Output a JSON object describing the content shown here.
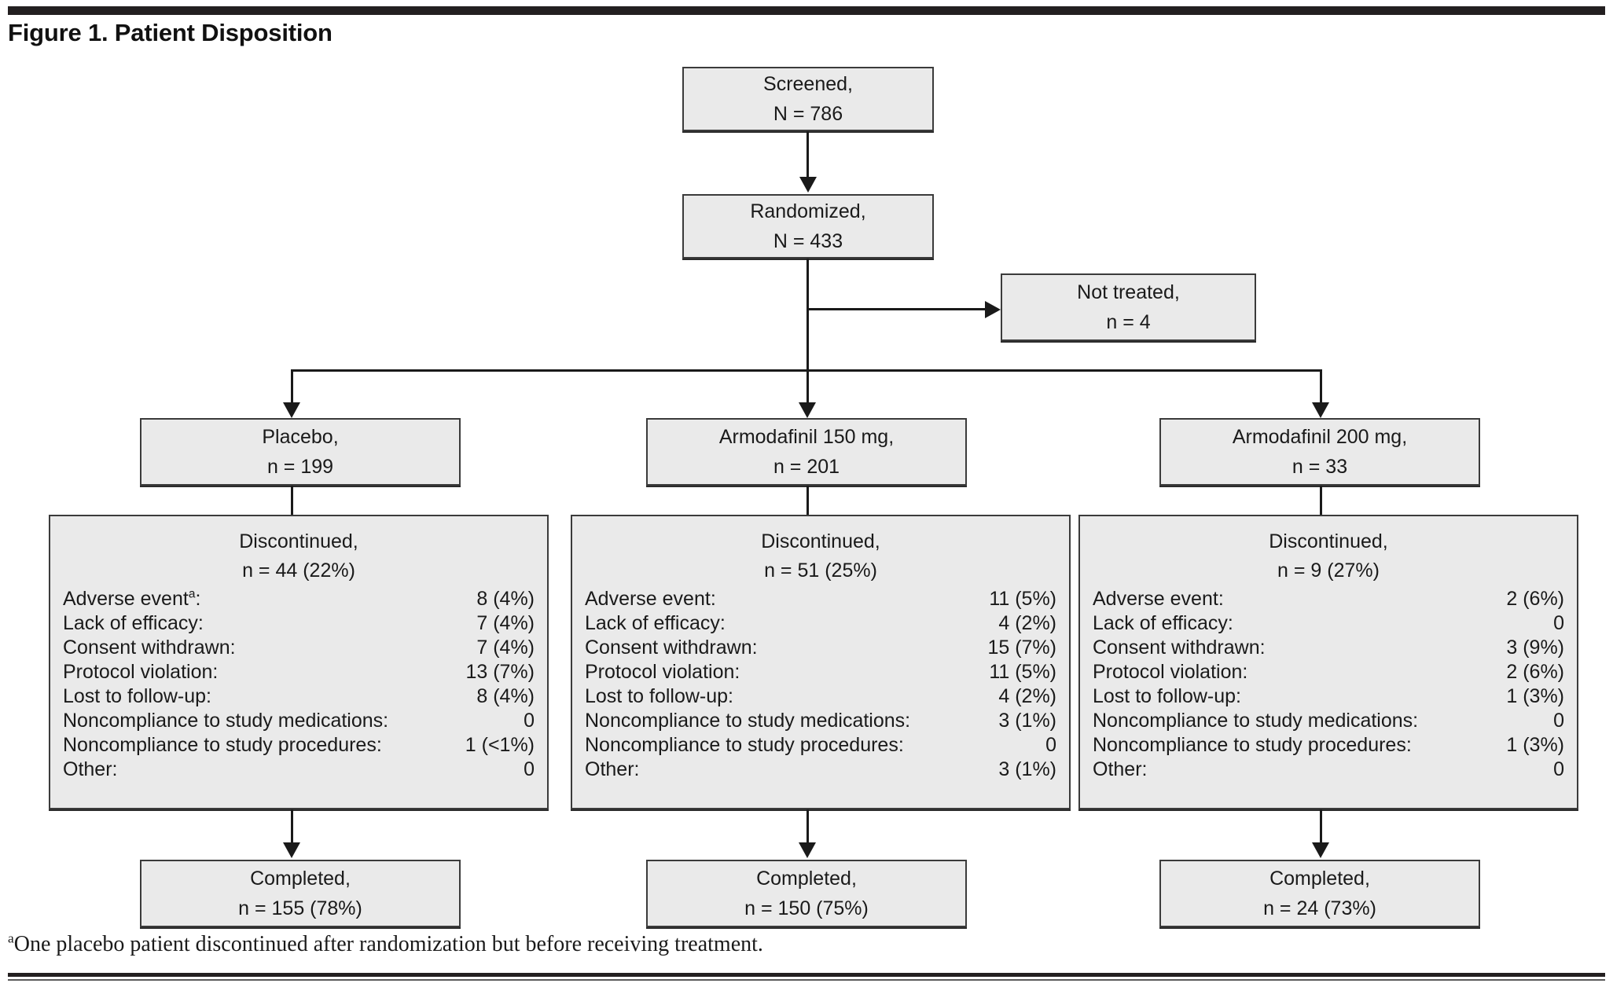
{
  "figure": {
    "title": "Figure 1. Patient Disposition",
    "footnote_marker": "a",
    "footnote_text": "One placebo patient discontinued after randomization but before receiving treatment.",
    "box_fill": "#eaeaea",
    "border_color": "#3b3b3b",
    "rule_color": "#231f20"
  },
  "nodes": {
    "screened": {
      "label": "Screened,",
      "count": "N = 786"
    },
    "randomized": {
      "label": "Randomized,",
      "count": "N = 433"
    },
    "not_treated": {
      "label": "Not treated,",
      "count": "n = 4"
    }
  },
  "arms": [
    {
      "name": "Placebo,",
      "enrolled": "n = 199",
      "discontinued_label": "Discontinued,",
      "discontinued_count": "n = 44 (22%)",
      "reasons": [
        {
          "label": "Adverse event",
          "marker": "a",
          "value": "8 (4%)"
        },
        {
          "label": "Lack of efficacy",
          "marker": "",
          "value": "7 (4%)"
        },
        {
          "label": "Consent withdrawn",
          "marker": "",
          "value": "7 (4%)"
        },
        {
          "label": "Protocol violation",
          "marker": "",
          "value": "13 (7%)"
        },
        {
          "label": "Lost to follow-up",
          "marker": "",
          "value": "8 (4%)"
        },
        {
          "label": "Noncompliance to study medications",
          "marker": "",
          "value": "0"
        },
        {
          "label": "Noncompliance to study procedures",
          "marker": "",
          "value": "1 (<1%)"
        },
        {
          "label": "Other",
          "marker": "",
          "value": "0"
        }
      ],
      "completed_label": "Completed,",
      "completed_count": "n = 155 (78%)"
    },
    {
      "name": "Armodafinil 150 mg,",
      "enrolled": "n = 201",
      "discontinued_label": "Discontinued,",
      "discontinued_count": "n = 51 (25%)",
      "reasons": [
        {
          "label": "Adverse event",
          "marker": "",
          "value": "11 (5%)"
        },
        {
          "label": "Lack of efficacy",
          "marker": "",
          "value": "4 (2%)"
        },
        {
          "label": "Consent withdrawn",
          "marker": "",
          "value": "15 (7%)"
        },
        {
          "label": "Protocol violation",
          "marker": "",
          "value": "11 (5%)"
        },
        {
          "label": "Lost to follow-up",
          "marker": "",
          "value": "4 (2%)"
        },
        {
          "label": "Noncompliance to study medications",
          "marker": "",
          "value": "3 (1%)"
        },
        {
          "label": "Noncompliance to study procedures",
          "marker": "",
          "value": "0"
        },
        {
          "label": "Other",
          "marker": "",
          "value": "3 (1%)"
        }
      ],
      "completed_label": "Completed,",
      "completed_count": "n = 150 (75%)"
    },
    {
      "name": "Armodafinil 200 mg,",
      "enrolled": "n = 33",
      "discontinued_label": "Discontinued,",
      "discontinued_count": "n = 9 (27%)",
      "reasons": [
        {
          "label": "Adverse event",
          "marker": "",
          "value": "2 (6%)"
        },
        {
          "label": "Lack of efficacy",
          "marker": "",
          "value": "0"
        },
        {
          "label": "Consent withdrawn",
          "marker": "",
          "value": "3 (9%)"
        },
        {
          "label": "Protocol violation",
          "marker": "",
          "value": "2 (6%)"
        },
        {
          "label": "Lost to follow-up",
          "marker": "",
          "value": "1 (3%)"
        },
        {
          "label": "Noncompliance to study medications",
          "marker": "",
          "value": "0"
        },
        {
          "label": "Noncompliance to study procedures",
          "marker": "",
          "value": "1 (3%)"
        },
        {
          "label": "Other",
          "marker": "",
          "value": "0"
        }
      ],
      "completed_label": "Completed,",
      "completed_count": "n = 24 (73%)"
    }
  ],
  "chart_data": {
    "type": "diagram",
    "title": "Figure 1. Patient Disposition",
    "flow": [
      {
        "id": "screened",
        "text": "Screened, N = 786",
        "n": 786
      },
      {
        "id": "randomized",
        "text": "Randomized, N = 433",
        "n": 433
      },
      {
        "id": "not_treated",
        "text": "Not treated, n = 4",
        "n": 4
      },
      {
        "id": "placebo",
        "text": "Placebo, n = 199",
        "n": 199
      },
      {
        "id": "armo150",
        "text": "Armodafinil 150 mg, n = 201",
        "n": 201
      },
      {
        "id": "armo200",
        "text": "Armodafinil 200 mg, n = 33",
        "n": 33
      }
    ],
    "edges": [
      [
        "screened",
        "randomized"
      ],
      [
        "randomized",
        "not_treated"
      ],
      [
        "randomized",
        "placebo"
      ],
      [
        "randomized",
        "armo150"
      ],
      [
        "randomized",
        "armo200"
      ]
    ]
  }
}
